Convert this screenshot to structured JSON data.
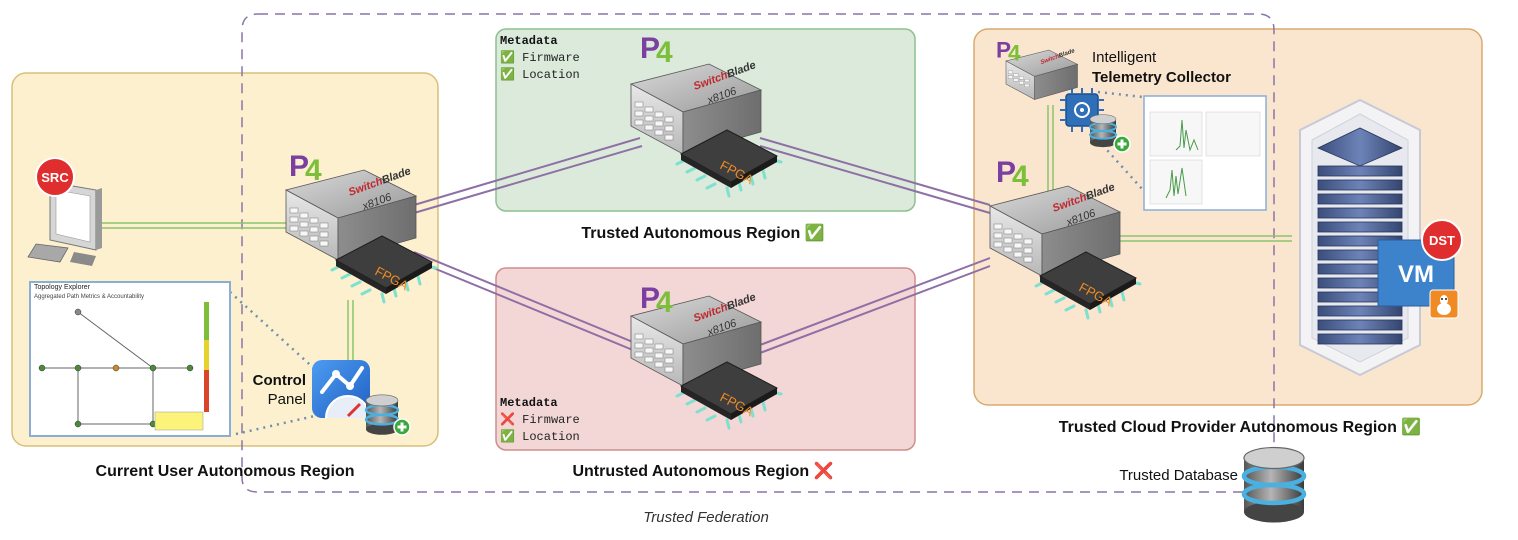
{
  "federation": {
    "label": "Trusted Federation"
  },
  "regions": {
    "user": {
      "label": "Current User Autonomous Region"
    },
    "trusted": {
      "label": "Trusted Autonomous Region ✅"
    },
    "untrusted": {
      "label": "Untrusted Autonomous Region ❌"
    },
    "cloud": {
      "label": "Trusted Cloud Provider Autonomous Region ✅"
    }
  },
  "metadata_trusted": {
    "title": "Metadata",
    "items": [
      "✅ Firmware",
      "✅ Location"
    ]
  },
  "metadata_untrusted": {
    "title": "Metadata",
    "items": [
      "❌ Firmware",
      "✅ Location"
    ]
  },
  "switch": {
    "brand_a": "Switch",
    "brand_b": "Blade",
    "model": "x8106",
    "chip": "FPGA",
    "p4": "P4"
  },
  "src": {
    "label": "SRC"
  },
  "dst": {
    "label": "DST"
  },
  "vm": {
    "label": "VM"
  },
  "control_panel": {
    "line1": "Control",
    "line2": "Panel"
  },
  "telemetry": {
    "line1": "Intelligent",
    "line2": "Telemetry Collector"
  },
  "database": {
    "label": "Trusted Database"
  },
  "topology_window": {
    "title": "Topology Explorer",
    "subtitle": "Aggregated Path Metrics & Accountability"
  },
  "colors": {
    "user_region": "#fcf0cf",
    "trusted_region": "#dbeadb",
    "untrusted_region": "#f3d7d6",
    "cloud_region": "#fae6cf",
    "federation_dash": "#8a75a8",
    "link_purple": "#8e6fa6",
    "link_green": "#8cc46a",
    "badge_red": "#e02d2d",
    "p4_purple": "#7b3fa1",
    "p4_green": "#7dbf3a"
  }
}
